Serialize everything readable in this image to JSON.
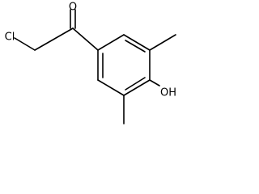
{
  "molecule": {
    "atoms": {
      "oxygen_carbonyl": "O",
      "chlorine": "Cl",
      "hydroxyl": "OH"
    }
  }
}
